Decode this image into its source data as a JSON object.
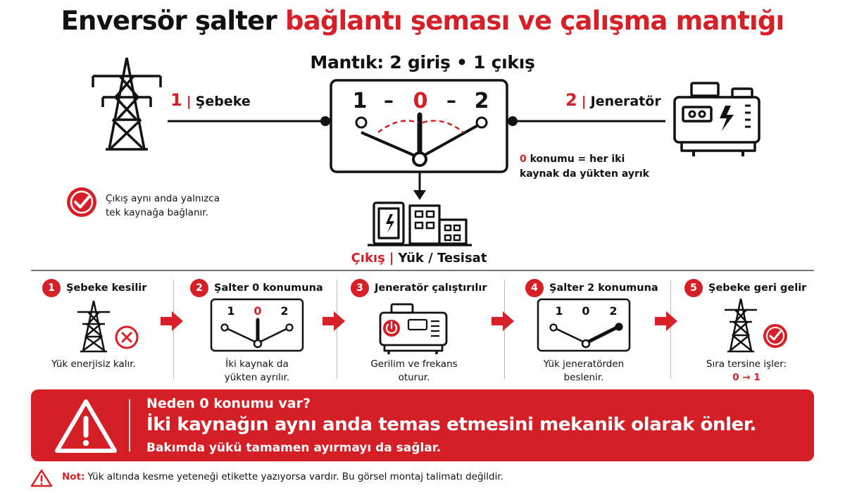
{
  "title": {
    "black": "Enversör şalter",
    "red": "bağlantı şeması ve çalışma mantığı"
  },
  "subtitle": "Mantık: 2 giriş • 1 çıkış",
  "switch": {
    "pos1": "1",
    "dash1": "–",
    "pos0": "0",
    "dash2": "–",
    "pos2": "2"
  },
  "source1": {
    "number": "1",
    "sep": "|",
    "label": "Şebeke"
  },
  "source2": {
    "number": "2",
    "sep": "|",
    "label": "Jeneratör"
  },
  "zero_note": {
    "zero": "0",
    "line1_rest": " konumu = her iki",
    "line2": "kaynak da yükten ayrık"
  },
  "single_source_note": {
    "line1": "Çıkış aynı anda yalnızca",
    "line2": "tek kaynağa bağlanır."
  },
  "output": {
    "red": "Çıkış",
    "sep": "|",
    "label": "Yük / Tesisat"
  },
  "steps": [
    {
      "num": "1",
      "title": "Şebeke kesilir",
      "cap1": "Yük enerjisiz kalır.",
      "cap2": ""
    },
    {
      "num": "2",
      "title": "Şalter 0 konumuna",
      "cap1": "İki kaynak da",
      "cap2": "yükten ayrılır.",
      "dial": [
        "1",
        "0",
        "2"
      ]
    },
    {
      "num": "3",
      "title": "Jeneratör çalıştırılır",
      "cap1": "Gerilim ve frekans",
      "cap2": "oturur."
    },
    {
      "num": "4",
      "title": "Şalter 2 konumuna",
      "cap1": "Yük jeneratörden",
      "cap2": "beslenir.",
      "dial": [
        "1",
        "0",
        "2"
      ]
    },
    {
      "num": "5",
      "title": "Şebeke geri gelir",
      "cap1": "Sıra tersine işler:",
      "cap2": "0 → 1"
    }
  ],
  "banner": {
    "line1": "Neden 0 konumu var?",
    "line2": "İki kaynağın aynı anda temas etmesini mekanik olarak önler.",
    "line3": "Bakımda yükü tamamen ayırmayı da sağlar."
  },
  "footnote": {
    "label": "Not:",
    "text": "Yük altında kesme yeteneği etikette yazıyorsa vardır. Bu görsel montaj talimatı değildir."
  },
  "colors": {
    "accent": "#d61f26",
    "ink": "#111111"
  }
}
